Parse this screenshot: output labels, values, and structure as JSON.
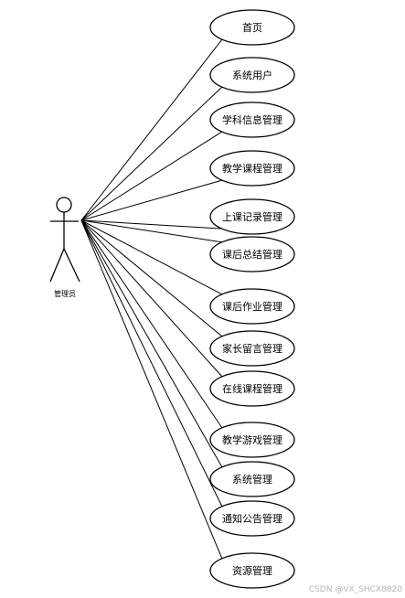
{
  "actor": {
    "label": "管理员"
  },
  "use_cases": [
    {
      "label": "首页"
    },
    {
      "label": "系统用户"
    },
    {
      "label": "学科信息管理"
    },
    {
      "label": "教学课程管理"
    },
    {
      "label": "上课记录管理"
    },
    {
      "label": "课后总结管理"
    },
    {
      "label": "课后作业管理"
    },
    {
      "label": "家长留言管理"
    },
    {
      "label": "在线课程管理"
    },
    {
      "label": "教学游戏管理"
    },
    {
      "label": "系统管理"
    },
    {
      "label": "通知公告管理"
    },
    {
      "label": "资源管理"
    }
  ],
  "watermark": {
    "text": "CSDN @VX_SHCX8820"
  }
}
